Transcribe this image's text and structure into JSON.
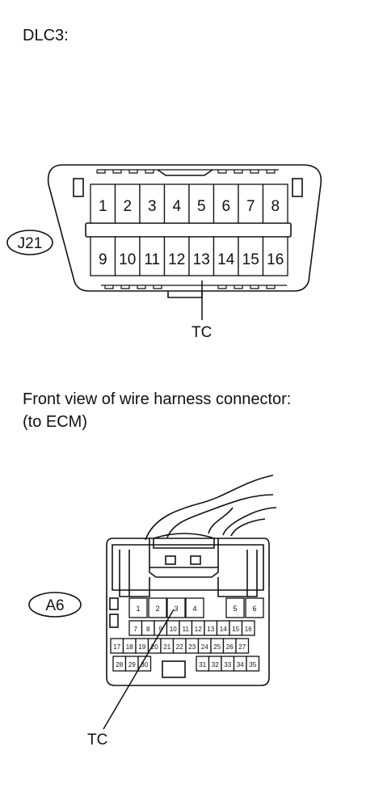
{
  "dlc3": {
    "title": "DLC3:",
    "connector_code": "J21",
    "pins_top": [
      "1",
      "2",
      "3",
      "4",
      "5",
      "6",
      "7",
      "8"
    ],
    "pins_bottom": [
      "9",
      "10",
      "11",
      "12",
      "13",
      "14",
      "15",
      "16"
    ],
    "callout": "TC"
  },
  "ecm": {
    "caption_line1": "Front view of wire harness connector:",
    "caption_line2": "(to ECM)",
    "connector_code": "A6",
    "row1_left": [
      "1",
      "2",
      "3",
      "4"
    ],
    "row1_right": [
      "5",
      "6"
    ],
    "row2": [
      "7",
      "8",
      "9",
      "10",
      "11",
      "12",
      "13",
      "14",
      "15",
      "16"
    ],
    "row3": [
      "17",
      "18",
      "19",
      "20",
      "21",
      "22",
      "23",
      "24",
      "25",
      "26",
      "27"
    ],
    "row4_left": [
      "28",
      "29",
      "30"
    ],
    "row4_right": [
      "31",
      "32",
      "33",
      "34",
      "35"
    ],
    "callout": "TC"
  }
}
